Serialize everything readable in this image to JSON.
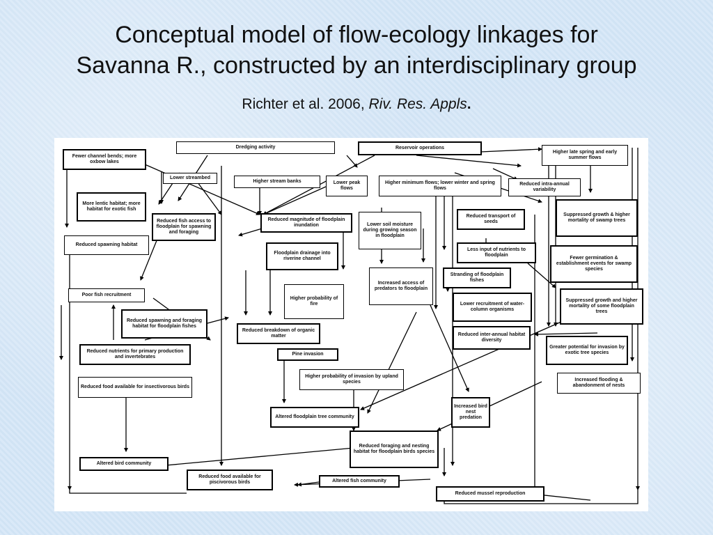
{
  "slide": {
    "title_line1": "Conceptual model of flow-ecology linkages for",
    "title_line2": "Savanna R., constructed by an interdisciplinary group",
    "citation_authors": "Richter et al. 2006, ",
    "citation_journal": "Riv. Res. Appls",
    "citation_end": "."
  },
  "diagram": {
    "boxes": {
      "fewer_channel_bends": "Fewer channel bends; more oxbow lakes",
      "dredging": "Dredging activity",
      "reservoir_ops": "Reservoir operations",
      "higher_late_spring": "Higher late spring and early summer flows",
      "lower_streambed": "Lower streambed",
      "higher_stream_banks": "Higher stream banks",
      "lower_peak_flows": "Lower peak flows",
      "higher_minimum": "Higher minimum flows; lower winter and spring flows",
      "reduced_intra_annual": "Reduced intra-annual variability",
      "more_lentic": "More lentic habitat; more habitat for exotic fish",
      "reduced_fish_access": "Reduced fish access to floodplain for spawning and foraging",
      "reduced_magnitude": "Reduced magnitude of floodplain inundation",
      "lower_soil_moisture": "Lower soil moisture during growing season in floodplain",
      "reduced_transport": "Reduced transport of seeds",
      "suppressed_growth_1": "Suppressed growth & higher mortality of swamp trees",
      "reduced_spawning_habitat": "Reduced spawning habitat",
      "floodplain_drainage": "Floodplain drainage into riverine channel",
      "less_input_nutrients": "Less input of nutrients to floodplain",
      "fewer_germination": "Fewer germination & establishment events for swamp species",
      "poor_fish_recruitment": "Poor fish recruitment",
      "higher_fire": "Higher probability of fire",
      "increased_predator": "Increased access of predators to floodplain",
      "stranding_fishes": "Stranding of floodplain fishes",
      "lower_recruitment_zoo": "Lower recruitment of water-column organisms",
      "suppressed_growth_2": "Suppressed growth and higher mortality of some floodplain trees",
      "reduced_spawning_foraging": "Reduced spawning and foraging habitat for floodplain fishes",
      "reduced_breakdown": "Reduced breakdown of organic matter",
      "reduced_inter_annual": "Reduced inter-annual habitat diversity",
      "greater_potential": "Greater potential for invasion by exotic tree species",
      "reduced_nutrients": "Reduced nutrients for primary production and invertebrates",
      "pine_invasion": "Pine invasion",
      "reduced_food_insect": "Reduced food available for insectivorous birds",
      "higher_prob_invasion": "Higher probability of invasion by upland species",
      "increased_flooding": "Increased flooding & abandonment of nests",
      "increased_nest": "Increased bird nest predation",
      "altered_floodplain": "Altered floodplain tree community",
      "reduced_foraging_nesting": "Reduced foraging and nesting habitat for floodplain birds species",
      "altered_bird": "Altered bird community",
      "reduced_food_piscivorous": "Reduced food available for piscivorous birds",
      "altered_fish": "Altered fish community",
      "reduced_reproduction": "Reduced mussel reproduction"
    }
  }
}
